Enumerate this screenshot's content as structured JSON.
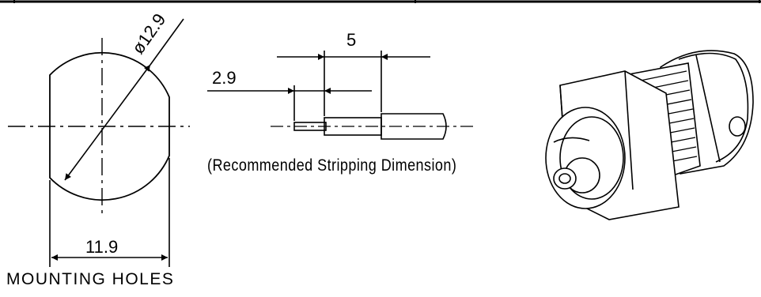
{
  "mounting_holes": {
    "diameter_label": "ø12.9",
    "width_label": "11.9",
    "caption": "MOUNTING HOLES"
  },
  "stripping": {
    "dim_outer_label": "5",
    "dim_inner_label": "2.9",
    "caption": "(Recommended Stripping Dimension)"
  },
  "connector": {
    "description_icon": "bnc-bulkhead-connector-icon"
  }
}
